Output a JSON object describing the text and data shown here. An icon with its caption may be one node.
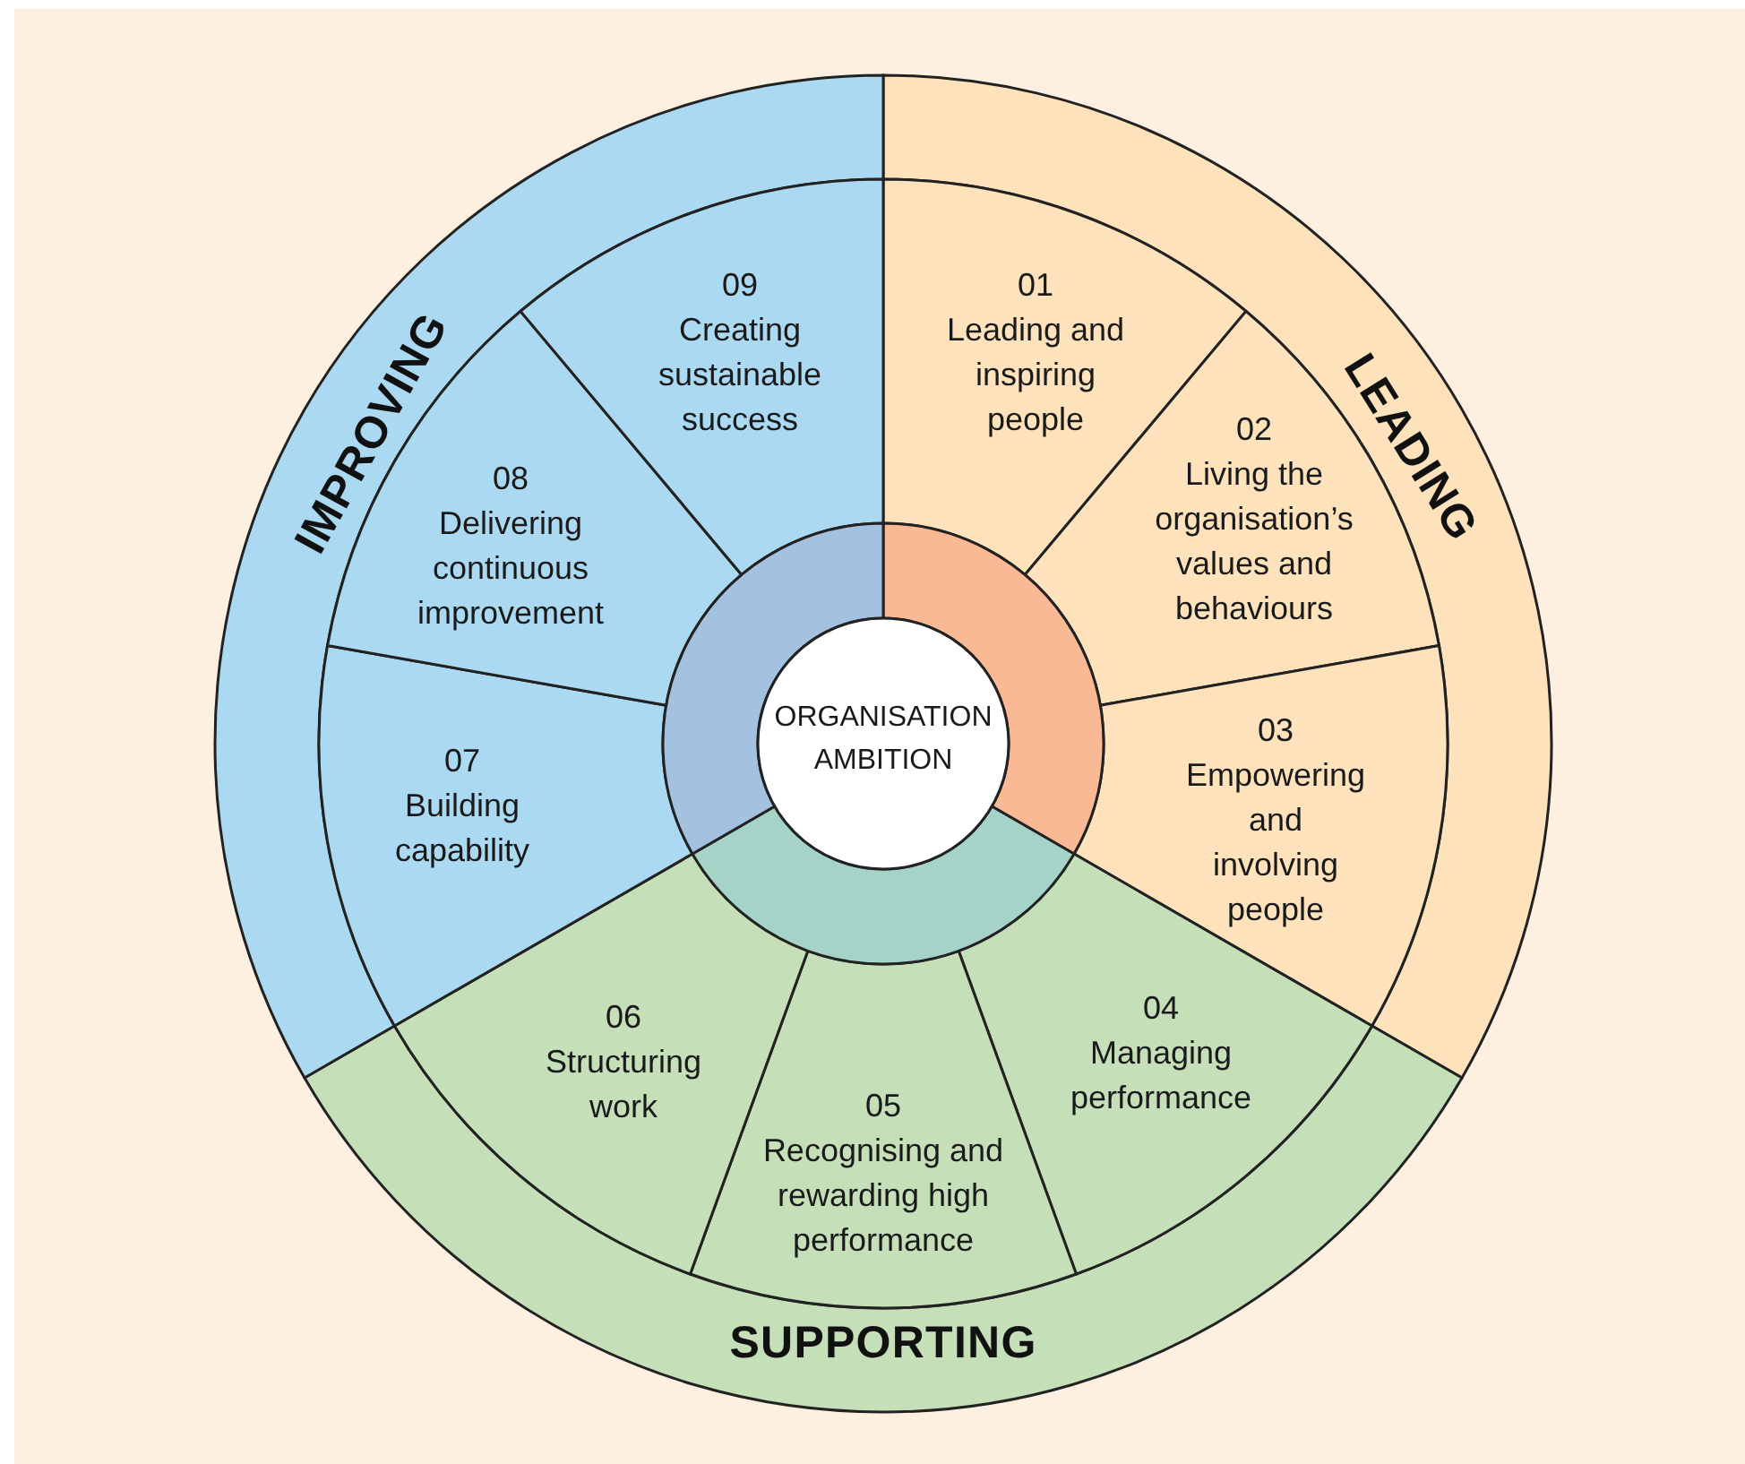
{
  "diagram": {
    "nodes": [
      {
        "text": [
          "LEADING"
        ]
      },
      {
        "text": [
          "SUPPORTING"
        ]
      },
      {
        "text": [
          "IMPROVING"
        ]
      },
      {
        "text": [
          "01",
          "Leading and inspiring people"
        ]
      },
      {
        "text": [
          "02",
          "Living the organisation’s values and behaviours"
        ]
      },
      {
        "text": [
          "03",
          "Empowering and involving people"
        ]
      },
      {
        "text": [
          "04",
          "Managing performance"
        ]
      },
      {
        "text": [
          "05",
          "Recognising and rewarding high performance"
        ]
      },
      {
        "text": [
          "06",
          "Structuring work"
        ]
      },
      {
        "text": [
          "07",
          "Building capability"
        ]
      },
      {
        "text": [
          "08",
          "Delivering continuous improvement"
        ]
      },
      {
        "text": [
          "09",
          "Creating sustainable success"
        ]
      },
      {
        "text": [
          "ORGANISATION AMBITION"
        ]
      },
      {
        "text": [],
        "shape": "band"
      },
      {
        "text": [],
        "shape": "band"
      },
      {
        "text": [],
        "shape": "band"
      }
    ]
  }
}
